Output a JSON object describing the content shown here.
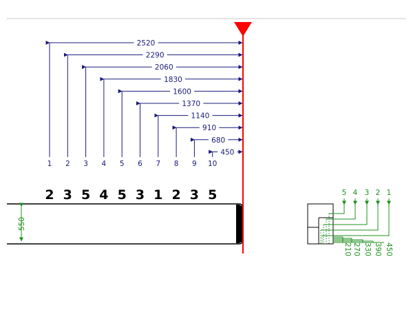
{
  "diagram": {
    "colors": {
      "dimension": "#1a1a7a",
      "marker": "#ff0000",
      "green": "#1f8f1f",
      "black": "#000000"
    },
    "dimensions": [
      {
        "index": "1",
        "value": "2520",
        "count": "2"
      },
      {
        "index": "2",
        "value": "2290",
        "count": "3"
      },
      {
        "index": "3",
        "value": "2060",
        "count": "5"
      },
      {
        "index": "4",
        "value": "1830",
        "count": "4"
      },
      {
        "index": "5",
        "value": "1600",
        "count": "5"
      },
      {
        "index": "6",
        "value": "1370",
        "count": "3"
      },
      {
        "index": "7",
        "value": "1140",
        "count": "1"
      },
      {
        "index": "8",
        "value": "910",
        "count": "2"
      },
      {
        "index": "9",
        "value": "680",
        "count": "3"
      },
      {
        "index": "10",
        "value": "450",
        "count": "5"
      }
    ],
    "bar_height_label": "550",
    "detail": {
      "top_labels": [
        "5",
        "4",
        "3",
        "2",
        "1"
      ],
      "bottom_labels": [
        "210",
        "270",
        "330",
        "390",
        "450"
      ]
    }
  }
}
